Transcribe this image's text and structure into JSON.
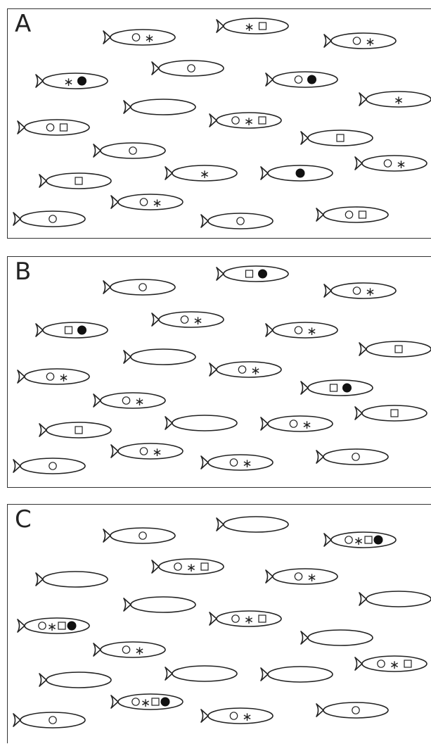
{
  "colors": {
    "stroke": "#222222",
    "fill": "#ffffff",
    "dot": "#111111"
  },
  "legend_note": "",
  "panels": [
    {
      "label": "A",
      "fish": [
        {
          "marks": [
            "circle",
            "star"
          ]
        },
        {
          "marks": [
            "star",
            "square"
          ]
        },
        {
          "marks": [
            "circle",
            "star"
          ]
        },
        {
          "marks": [
            "star",
            "dot"
          ]
        },
        {
          "marks": [
            "circle"
          ]
        },
        {
          "marks": [
            "circle",
            "dot"
          ]
        },
        {
          "marks": [
            "star"
          ]
        },
        {
          "marks": []
        },
        {
          "marks": [
            "circle",
            "star",
            "square"
          ]
        },
        {
          "marks": [
            "circle",
            "square"
          ]
        },
        {
          "marks": [
            "square"
          ]
        },
        {
          "marks": [
            "circle"
          ]
        },
        {
          "marks": [
            "circle",
            "star"
          ]
        },
        {
          "marks": [
            "square"
          ]
        },
        {
          "marks": [
            "star"
          ]
        },
        {
          "marks": [
            "dot"
          ]
        },
        {
          "marks": [
            "circle",
            "star"
          ]
        },
        {
          "marks": [
            "circle",
            "square"
          ]
        },
        {
          "marks": [
            "circle"
          ]
        },
        {
          "marks": [
            "circle"
          ]
        }
      ]
    },
    {
      "label": "B",
      "fish": [
        {
          "marks": [
            "circle"
          ]
        },
        {
          "marks": [
            "square",
            "dot"
          ]
        },
        {
          "marks": [
            "circle",
            "star"
          ]
        },
        {
          "marks": [
            "square",
            "dot"
          ]
        },
        {
          "marks": [
            "circle",
            "star"
          ]
        },
        {
          "marks": [
            "circle",
            "star"
          ]
        },
        {
          "marks": [
            "square"
          ]
        },
        {
          "marks": []
        },
        {
          "marks": [
            "circle",
            "star"
          ]
        },
        {
          "marks": [
            "circle",
            "star"
          ]
        },
        {
          "marks": [
            "square",
            "dot"
          ]
        },
        {
          "marks": [
            "circle",
            "star"
          ]
        },
        {
          "marks": [
            "square"
          ]
        },
        {
          "marks": [
            "square"
          ]
        },
        {
          "marks": []
        },
        {
          "marks": [
            "circle",
            "star"
          ]
        },
        {
          "marks": [
            "circle",
            "star"
          ]
        },
        {
          "marks": [
            "circle"
          ]
        },
        {
          "marks": [
            "circle",
            "star"
          ]
        },
        {
          "marks": [
            "circle"
          ]
        }
      ]
    },
    {
      "label": "C",
      "fish": [
        {
          "marks": [
            "circle"
          ]
        },
        {
          "marks": []
        },
        {
          "marks": [
            "circle",
            "star",
            "square",
            "dot"
          ]
        },
        {
          "marks": []
        },
        {
          "marks": [
            "circle",
            "star",
            "square"
          ]
        },
        {
          "marks": [
            "circle",
            "star"
          ]
        },
        {
          "marks": []
        },
        {
          "marks": []
        },
        {
          "marks": [
            "circle",
            "star",
            "square",
            "dot"
          ]
        },
        {
          "marks": [
            "circle",
            "star",
            "square"
          ]
        },
        {
          "marks": [
            "circle",
            "star"
          ]
        },
        {
          "marks": []
        },
        {
          "marks": []
        },
        {
          "marks": []
        },
        {
          "marks": []
        },
        {
          "marks": [
            "circle",
            "star",
            "square"
          ]
        },
        {
          "marks": [
            "circle",
            "star",
            "square",
            "dot"
          ]
        },
        {
          "marks": [
            "circle",
            "star"
          ]
        },
        {
          "marks": [
            "circle"
          ]
        },
        {
          "marks": [
            "circle"
          ]
        }
      ]
    }
  ]
}
